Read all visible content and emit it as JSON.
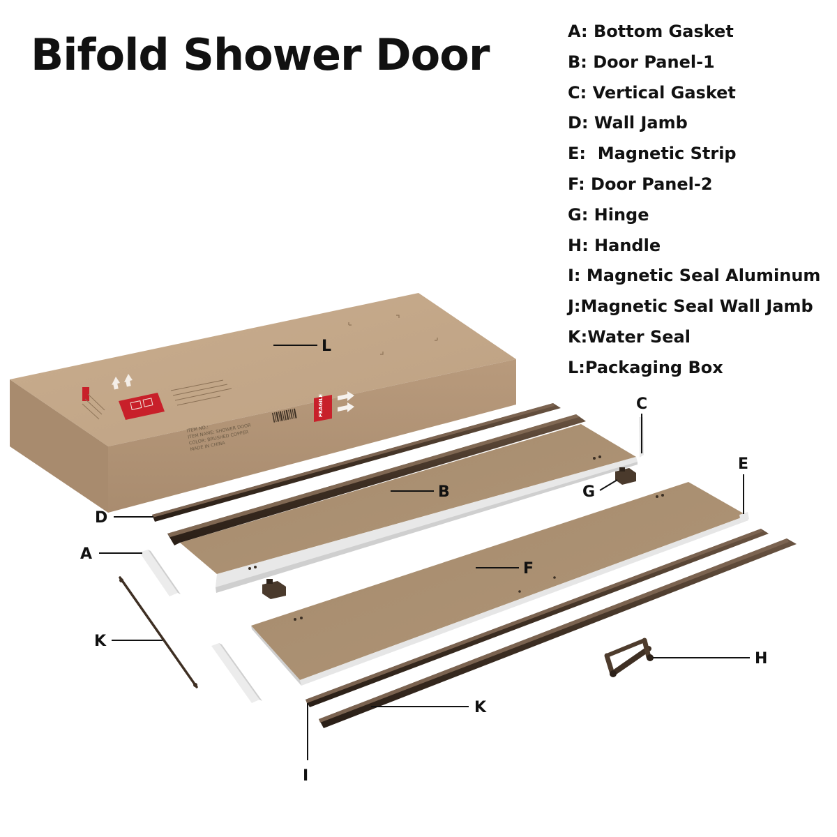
{
  "title": "Bifold Shower Door",
  "legend": [
    "A: Bottom Gasket",
    "B: Door Panel-1",
    "C: Vertical Gasket",
    "D: Wall Jamb",
    "E:  Magnetic Strip",
    "F: Door Panel-2",
    "G: Hinge",
    "H: Handle",
    "I: Magnetic Seal Aluminum",
    "J:Magnetic Seal Wall Jamb",
    "K:Water Seal",
    "L:Packaging Box"
  ],
  "callouts": {
    "a": "A",
    "b": "B",
    "c": "C",
    "d": "D",
    "e": "E",
    "f": "F",
    "g": "G",
    "h": "H",
    "i": "I",
    "k1": "K",
    "k2": "K",
    "l": "L"
  },
  "box_label": {
    "line1": "ITEM NO.:",
    "line2": "ITEM NAME: SHOWER DOOR",
    "line3": "COLOR: BRUSHED COPPER",
    "line4": "MADE IN CHINA",
    "fragile": "FRAGILE"
  },
  "colors": {
    "box_top": "#c5a98a",
    "box_front": "#b59678",
    "box_side": "#a88b6e",
    "glass": "#a58b6e",
    "bronze": "#4b3a2c",
    "gasket": "#e6e6e6",
    "label_red": "#c8202a"
  }
}
